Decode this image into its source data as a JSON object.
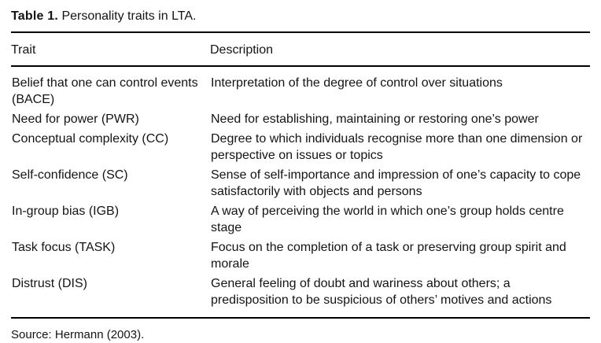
{
  "page": {
    "background": "#ffffff",
    "text_color": "#141414",
    "rule_color": "#000000"
  },
  "table": {
    "caption_label": "Table 1.",
    "caption_text": "Personality traits in LTA.",
    "columns": [
      "Trait",
      "Description"
    ],
    "rows": [
      {
        "trait": "Belief that one can control events (BACE)",
        "description": "Interpretation of the degree of control over situations"
      },
      {
        "trait": "Need for power (PWR)",
        "description": "Need for establishing, maintaining or restoring one’s power"
      },
      {
        "trait": "Conceptual complexity (CC)",
        "description": "Degree to which individuals recognise more than one dimension or perspective on issues or topics"
      },
      {
        "trait": "Self-confidence (SC)",
        "description": "Sense of self-importance and impression of one’s capacity to cope satisfactorily with objects and persons"
      },
      {
        "trait": "In-group bias (IGB)",
        "description": "A way of perceiving the world in which one’s group holds centre stage"
      },
      {
        "trait": "Task focus (TASK)",
        "description": "Focus on the completion of a task or preserving group spirit and morale"
      },
      {
        "trait": "Distrust (DIS)",
        "description": "General feeling of doubt and wariness about others; a predisposition to be suspicious of others’ motives and actions"
      }
    ],
    "source": "Source: Hermann (2003)."
  }
}
